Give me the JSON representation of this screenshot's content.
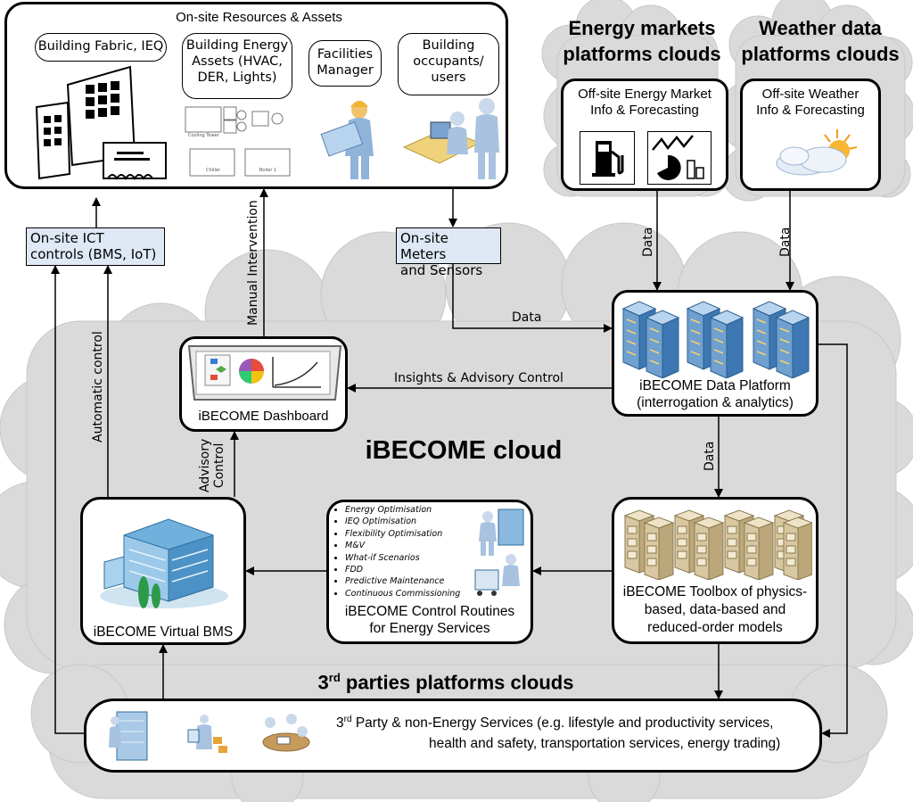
{
  "onsite": {
    "title": "On-site Resources & Assets",
    "cards": [
      {
        "label": "Building Fabric, IEQ"
      },
      {
        "label": "Building Energy Assets (HVAC, DER, Lights)"
      },
      {
        "label": "Facilities Manager"
      },
      {
        "label": "Building occupants/ users"
      }
    ],
    "equipment_labels": [
      "Cooling Tower",
      "Chiller",
      "Boiler 1"
    ]
  },
  "clouds": {
    "energy_title_line1": "Energy markets",
    "energy_title_line2": "platforms clouds",
    "weather_title_line1": "Weather data",
    "weather_title_line2": "platforms clouds",
    "ibecome_cloud": "iBECOME cloud",
    "third_parties": "parties platforms clouds",
    "third_prefix": "3",
    "third_sup": "rd"
  },
  "energy_box": {
    "line1": "Off-site Energy Market",
    "line2": "Info & Forecasting"
  },
  "weather_box": {
    "line1": "Off-site Weather",
    "line2": "Info & Forecasting"
  },
  "ict_box": {
    "line1": "On-site ICT",
    "line2": "controls (BMS, IoT)"
  },
  "meters_box": {
    "line1": "On-site Meters",
    "line2": "and Sensors"
  },
  "data_platform": {
    "line1": "iBECOME Data Platform",
    "line2": "(interrogation & analytics)"
  },
  "dashboard": {
    "label": "iBECOME Dashboard"
  },
  "virtual_bms": {
    "label": "iBECOME Virtual BMS"
  },
  "control_routines": {
    "line1": "iBECOME Control Routines",
    "line2": "for Energy Services",
    "services": [
      "Energy Optimisation",
      "IEQ Optimisation",
      "Flexibility Optimisation",
      "M&V",
      "What-if Scenarios",
      "FDD",
      "Predictive Maintenance",
      "Continuous Commissioning"
    ]
  },
  "toolbox": {
    "line1": "iBECOME Toolbox of physics-",
    "line2": "based, data-based and",
    "line3": "reduced-order models"
  },
  "third_party_box": {
    "prefix": "3",
    "sup": "rd",
    "line1_rest": " Party & non-Energy Services (e.g. lifestyle and productivity services,",
    "line2": "health and safety, transportation services, energy trading)"
  },
  "flows": {
    "data": "Data",
    "insights": "Insights & Advisory Control",
    "manual": "Manual Intervention",
    "automatic": "Automatic control",
    "advisory_line1": "Advisory",
    "advisory_line2": "Control"
  },
  "colors": {
    "cloud": "#d9d9d9",
    "cloud_stroke": "#bfbfbf",
    "label_box_fill": "#dfe8f5",
    "server_blue": "#6fa8dc",
    "server_beige": "#d8c7a0"
  }
}
